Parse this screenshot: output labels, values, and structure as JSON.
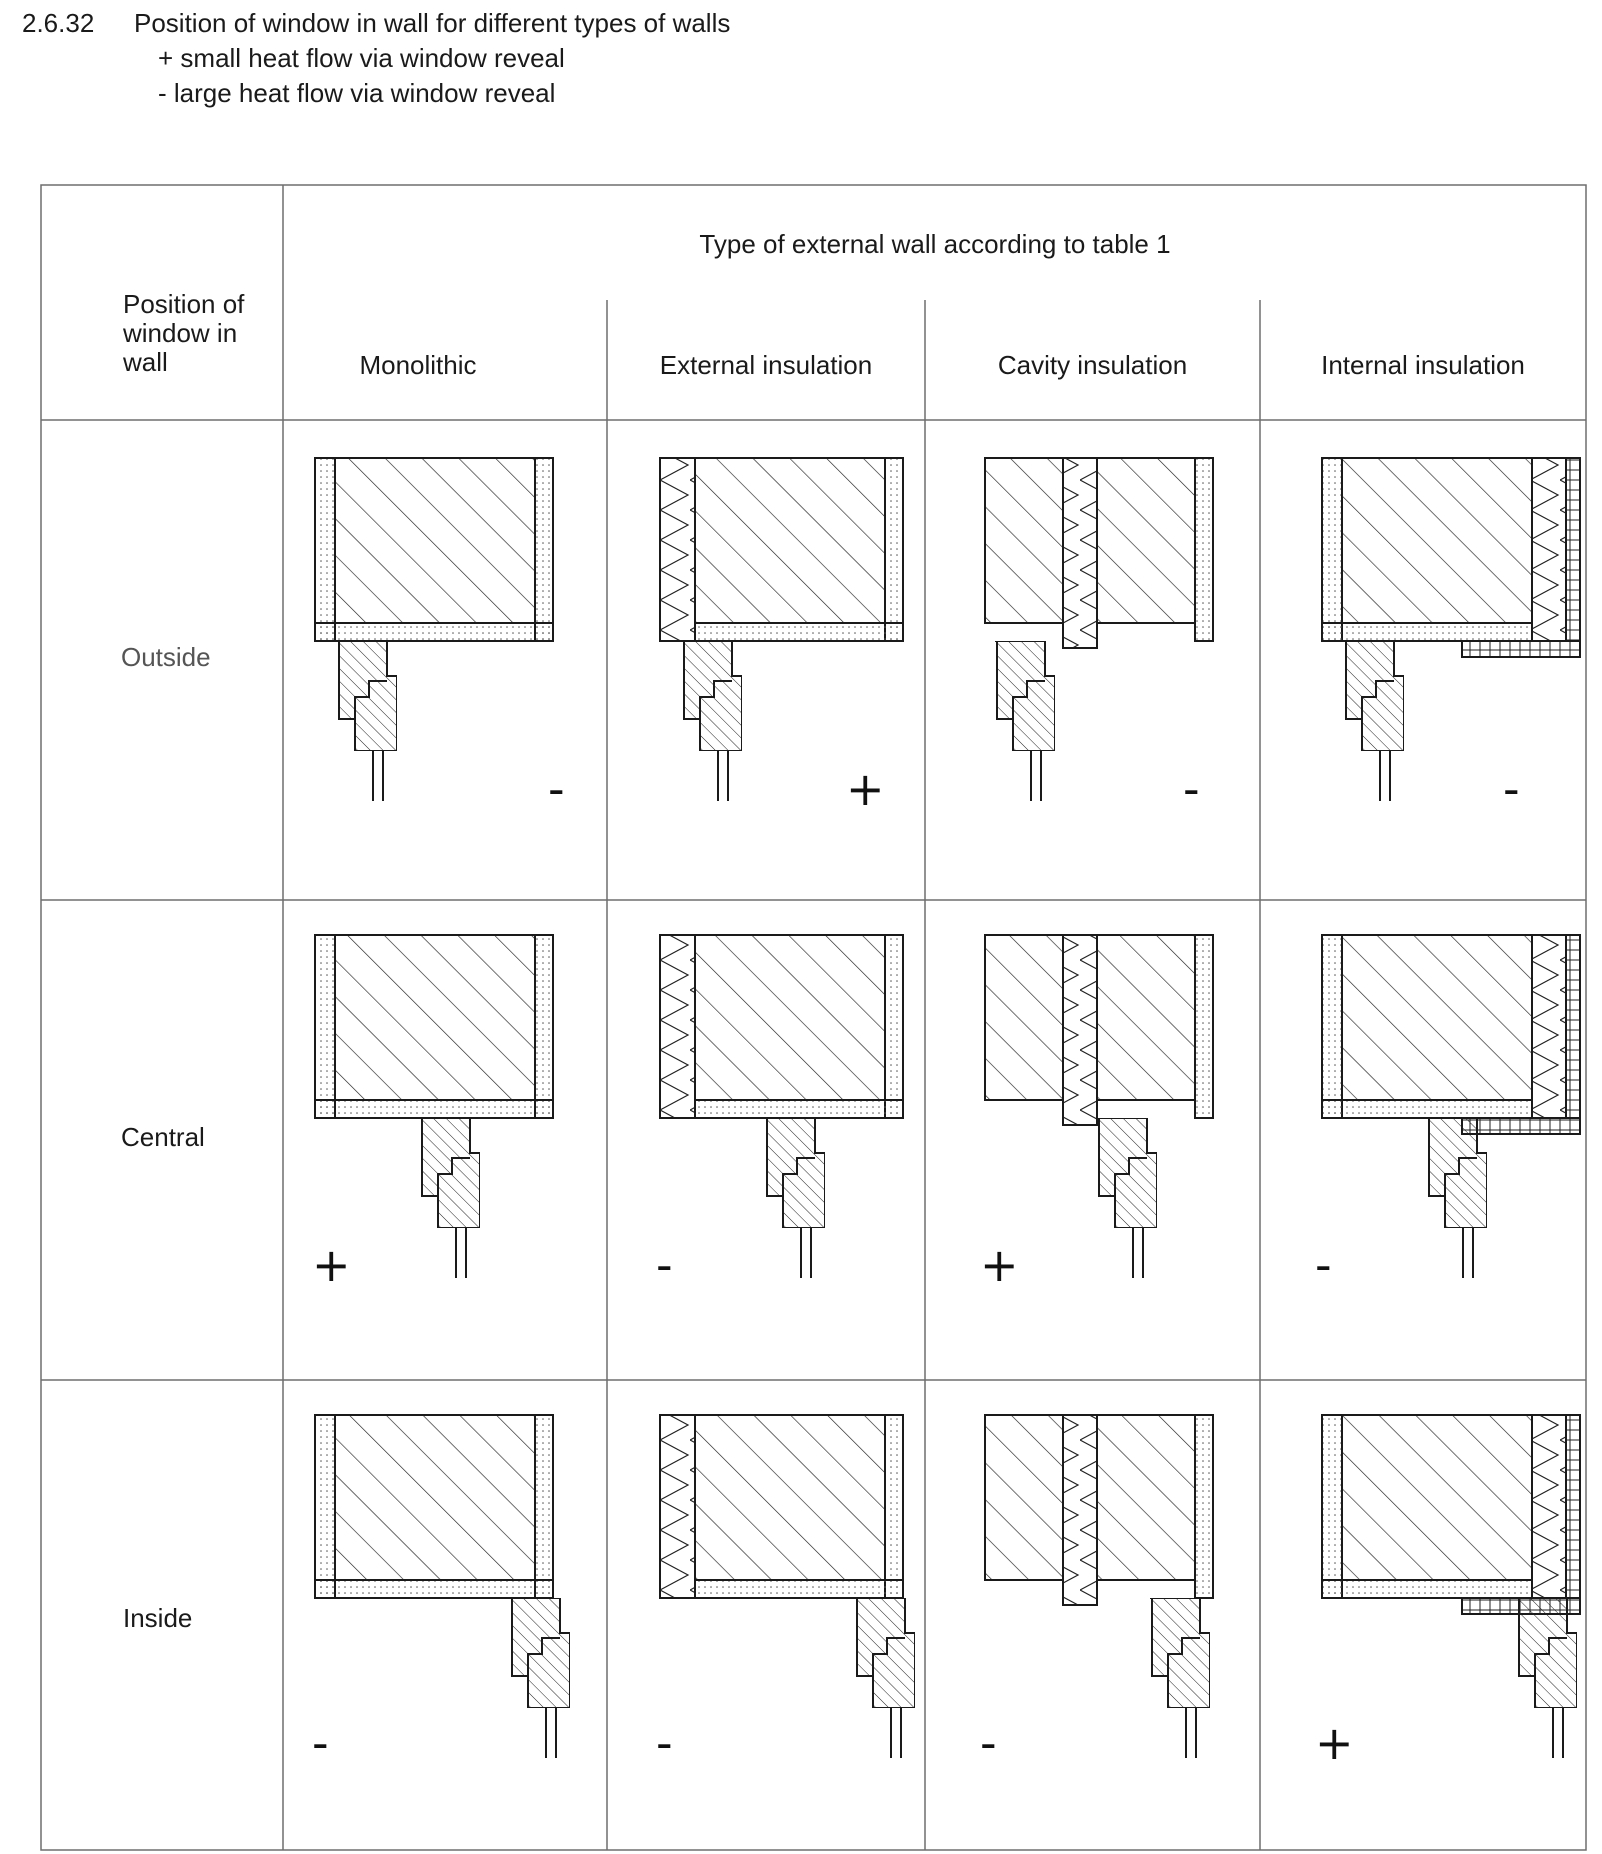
{
  "caption": {
    "number": "2.6.32",
    "title": "Position of window in wall for different types of walls",
    "legend_plus": "+ small heat flow via window reveal",
    "legend_minus": "- large heat flow via window reveal"
  },
  "table": {
    "row_header": "Position of window in wall",
    "column_group_header": "Type of external wall according to table 1",
    "columns": [
      "Monolithic",
      "External insulation",
      "Cavity insulation",
      "Internal insulation"
    ],
    "rows": [
      {
        "position": "Outside",
        "ratings": [
          "-",
          "+",
          "-",
          "-"
        ]
      },
      {
        "position": "Central",
        "ratings": [
          "+",
          "-",
          "+",
          "-"
        ]
      },
      {
        "position": "Inside",
        "ratings": [
          "-",
          "-",
          "-",
          "+"
        ]
      }
    ]
  },
  "colors": {
    "line": "#1a1a1a",
    "grid": "#6e6e6e",
    "background": "#ffffff"
  }
}
